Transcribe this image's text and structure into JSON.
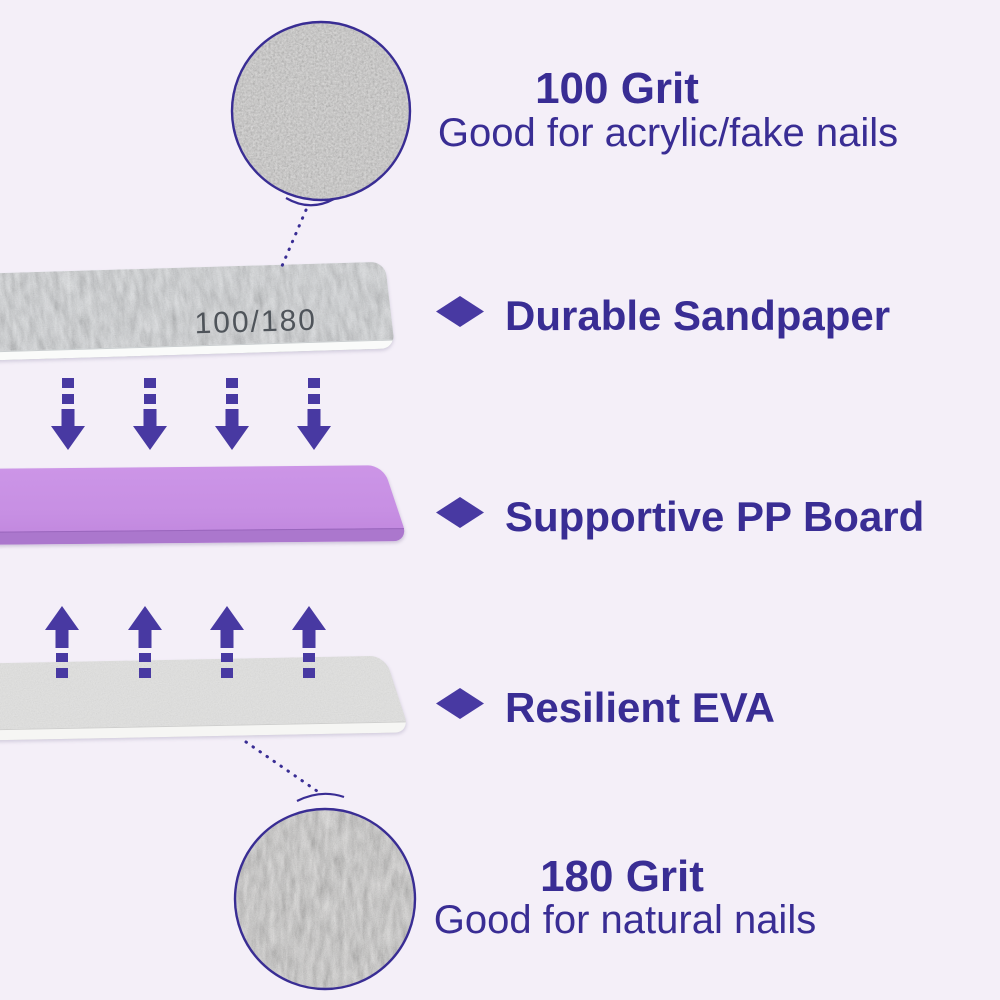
{
  "insets": {
    "top": {
      "title": "100 Grit",
      "description": "Good for acrylic/fake nails"
    },
    "bottom": {
      "title": "180 Grit",
      "description": "Good for natural nails"
    }
  },
  "strips": {
    "sandpaper": {
      "surface_text": "100/180",
      "label": "Durable Sandpaper"
    },
    "pp_board": {
      "label": "Supportive PP Board"
    },
    "eva": {
      "label": "Resilient EVA"
    }
  },
  "icons": {
    "bullet": "diamond",
    "between_sandpaper_and_board": "dashed-down-arrows",
    "between_board_and_eva": "dashed-up-arrows",
    "insets": "magnifier-circle"
  },
  "colors": {
    "background": "#f4eff8",
    "heading_text": "#392d94",
    "accent": "#4839a2",
    "sandpaper_strip": "#dce1e3",
    "pp_board_strip": "#c78fe3",
    "eva_strip": "#e3e3e2",
    "grit_text": "#4f545a"
  }
}
